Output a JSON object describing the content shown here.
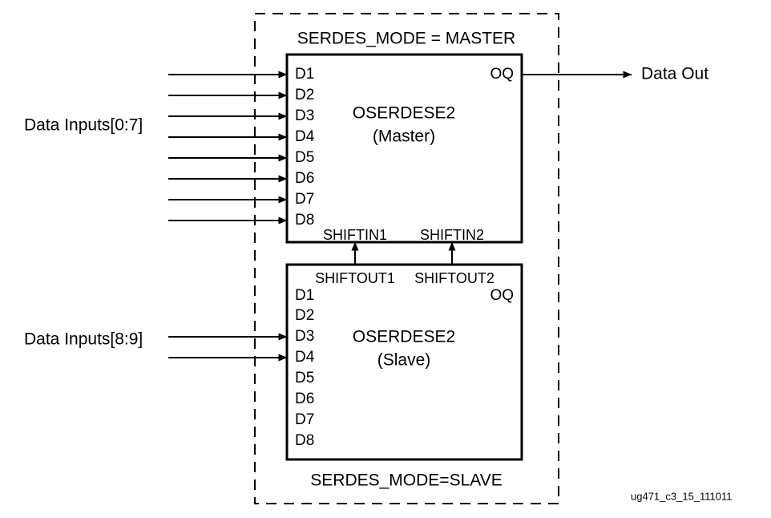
{
  "figure": {
    "id_label": "ug471_c3_15_111011",
    "group_label_top": "SERDES_MODE = MASTER",
    "group_label_bottom": "SERDES_MODE=SLAVE"
  },
  "colors": {
    "stroke": "#000000",
    "background": "#ffffff",
    "block_fill": "#ffffff"
  },
  "io": {
    "data_inputs_master": "Data Inputs[0:7]",
    "data_inputs_slave": "Data Inputs[8:9]",
    "data_out": "Data Out"
  },
  "master_block": {
    "title": "OSERDESE2",
    "subtitle": "(Master)",
    "input_ports": [
      "D1",
      "D2",
      "D3",
      "D4",
      "D5",
      "D6",
      "D7",
      "D8"
    ],
    "input_ports_driven": [
      "D1",
      "D2",
      "D3",
      "D4",
      "D5",
      "D6",
      "D7",
      "D8"
    ],
    "output_port": "OQ",
    "shift_ports": [
      "SHIFTIN1",
      "SHIFTIN2"
    ]
  },
  "slave_block": {
    "title": "OSERDESE2",
    "subtitle": "(Slave)",
    "input_ports": [
      "D1",
      "D2",
      "D3",
      "D4",
      "D5",
      "D6",
      "D7",
      "D8"
    ],
    "input_ports_driven": [
      "D3",
      "D4"
    ],
    "output_port": "OQ",
    "shift_ports": [
      "SHIFTOUT1",
      "SHIFTOUT2"
    ]
  }
}
